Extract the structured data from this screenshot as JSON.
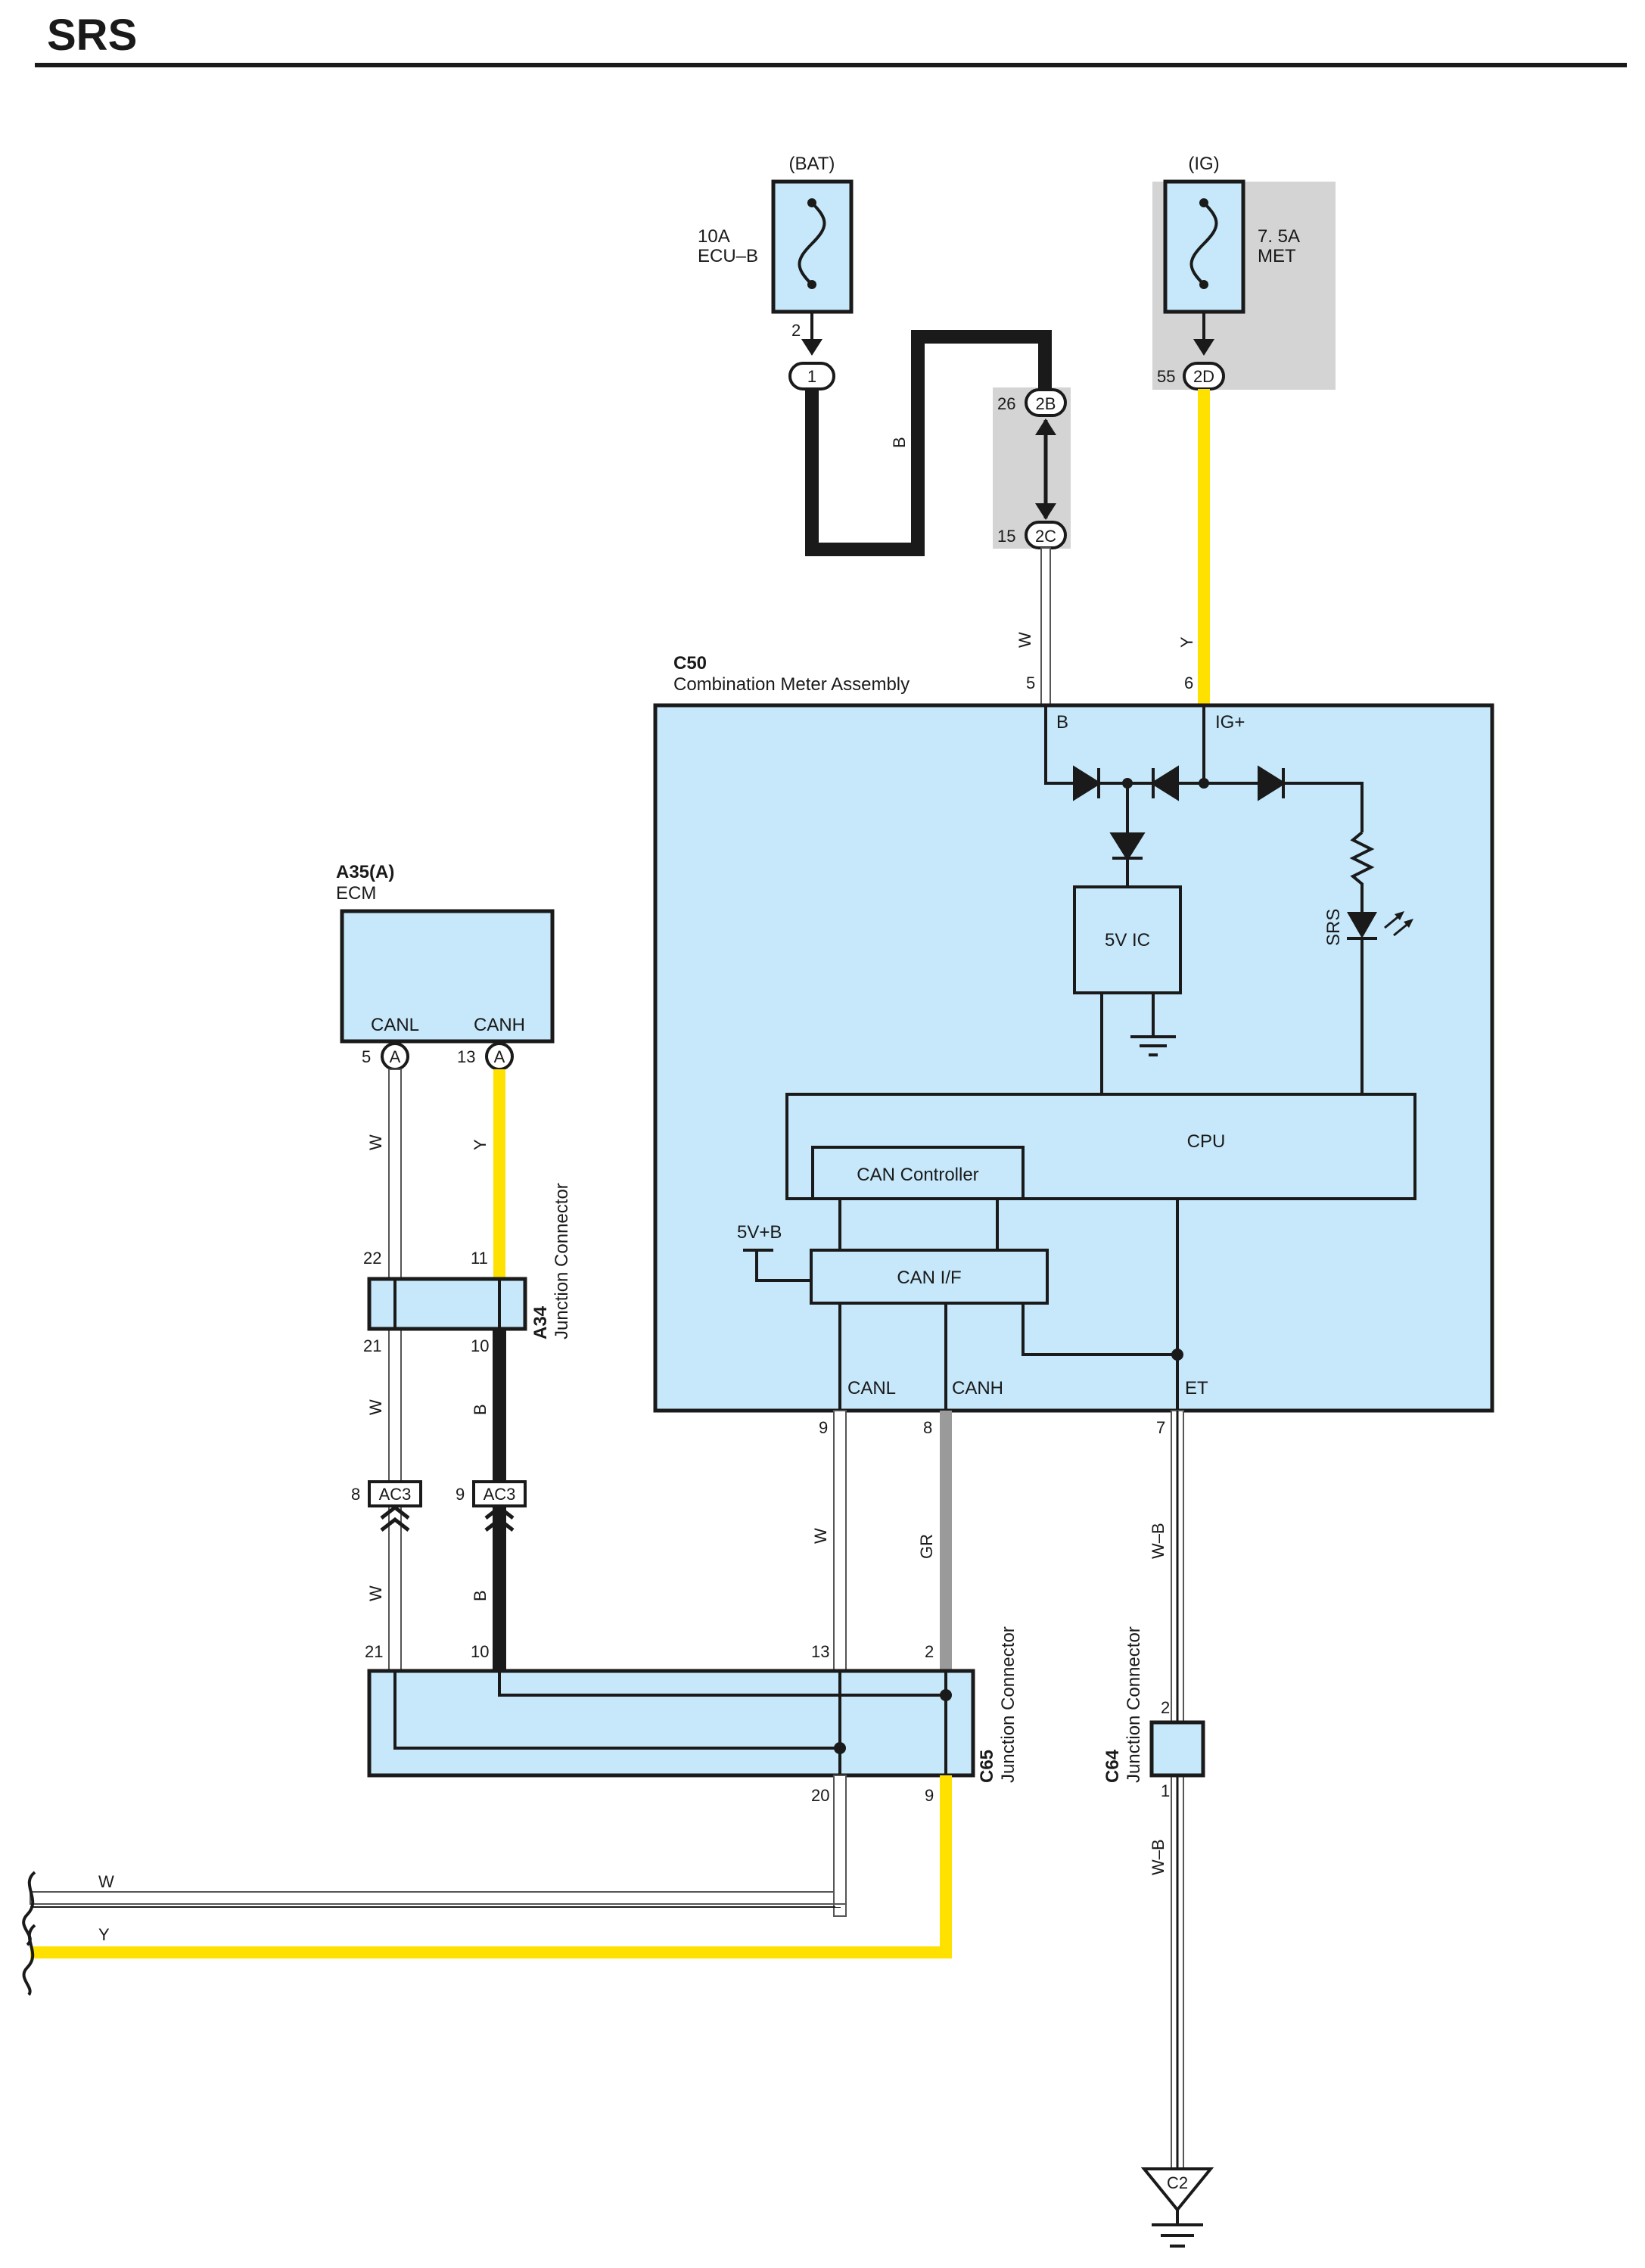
{
  "title": "SRS",
  "colors": {
    "component_fill": "#c6e8fa",
    "wire_white": "#ffffff",
    "wire_yellow": "#ffe100",
    "wire_black": "#1a1a1a",
    "wire_gray": "#9a9a9a",
    "shade": "#d4d4d4"
  },
  "fuses": {
    "bat": {
      "source": "(BAT)",
      "rating": "10A",
      "name": "ECU–B",
      "pin": "2",
      "connector": "1"
    },
    "ig": {
      "source": "(IG)",
      "rating": "7. 5A",
      "name": "MET",
      "pin": "55",
      "connector": "2D"
    }
  },
  "junction_2b_2c": {
    "top_pin": "26",
    "top_connector": "2B",
    "bottom_pin": "15",
    "bottom_connector": "2C"
  },
  "combination_meter": {
    "code": "C50",
    "name": "Combination Meter Assembly",
    "pin_b": "5",
    "pin_ig": "6",
    "term_b": "B",
    "term_ig": "IG+",
    "ic_label": "5V IC",
    "cpu_label": "CPU",
    "can_controller_label": "CAN Controller",
    "can_if_label": "CAN I/F",
    "supply_label": "5V+B",
    "indicator_label": "SRS",
    "term_canl": "CANL",
    "term_canh": "CANH",
    "term_et": "ET",
    "pin_canl": "9",
    "pin_canh": "8",
    "pin_et": "7"
  },
  "ecm": {
    "code": "A35(A)",
    "name": "ECM",
    "term_canl": "CANL",
    "term_canh": "CANH",
    "pin_canl": "5",
    "pin_canh": "13",
    "connector": "A"
  },
  "a34": {
    "code": "A34",
    "name": "Junction Connector",
    "pins": [
      "22",
      "11",
      "21",
      "10"
    ]
  },
  "ac3": {
    "connector": "AC3",
    "pins": [
      "8",
      "9"
    ]
  },
  "c65": {
    "code": "C65",
    "name": "Junction Connector",
    "pins": [
      "21",
      "10",
      "13",
      "2",
      "20",
      "9"
    ]
  },
  "c64": {
    "code": "C64",
    "name": "Junction Connector",
    "pins": [
      "2",
      "1"
    ]
  },
  "ground": {
    "label": "C2"
  },
  "wire_colors": {
    "black": "B",
    "white": "W",
    "yellow": "Y",
    "gray": "GR",
    "white_black": "W–B"
  }
}
